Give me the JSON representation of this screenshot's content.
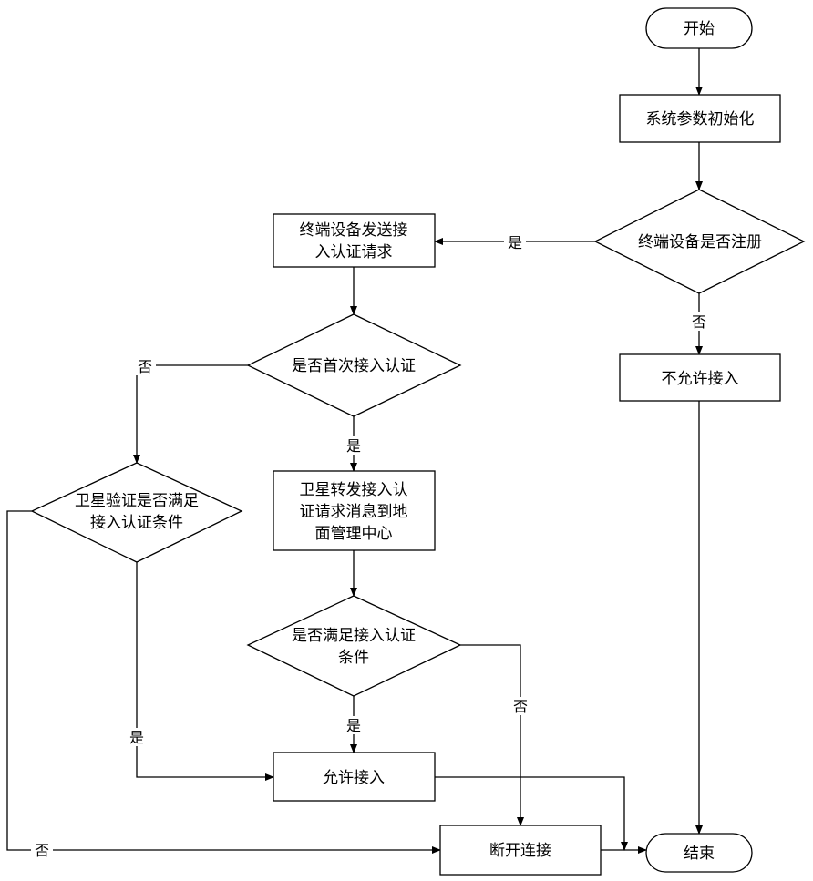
{
  "nodes": {
    "start": {
      "lines": [
        "开始"
      ]
    },
    "init": {
      "lines": [
        "系统参数初始化"
      ]
    },
    "registered": {
      "lines": [
        "终端设备是否注册"
      ]
    },
    "send_request": {
      "lines": [
        "终端设备发送接",
        "入认证请求"
      ]
    },
    "first_auth": {
      "lines": [
        "是否首次接入认证"
      ]
    },
    "forward": {
      "lines": [
        "卫星转发接入认",
        "证请求消息到地",
        "面管理中心"
      ]
    },
    "sat_verify": {
      "lines": [
        "卫星验证是否满足",
        "接入认证条件"
      ]
    },
    "meet_cond": {
      "lines": [
        "是否满足接入认证",
        "条件"
      ]
    },
    "allow": {
      "lines": [
        "允许接入"
      ]
    },
    "deny": {
      "lines": [
        "不允许接入"
      ]
    },
    "disconnect": {
      "lines": [
        "断开连接"
      ]
    },
    "end": {
      "lines": [
        "结束"
      ]
    }
  },
  "edge_labels": {
    "registered_yes": "是",
    "registered_no": "否",
    "first_auth_no": "否",
    "first_auth_yes": "是",
    "sat_verify_yes": "是",
    "sat_verify_no": "否",
    "meet_cond_yes": "是",
    "meet_cond_no": "否"
  },
  "colors": {
    "stroke": "#000000",
    "background": "#ffffff"
  }
}
